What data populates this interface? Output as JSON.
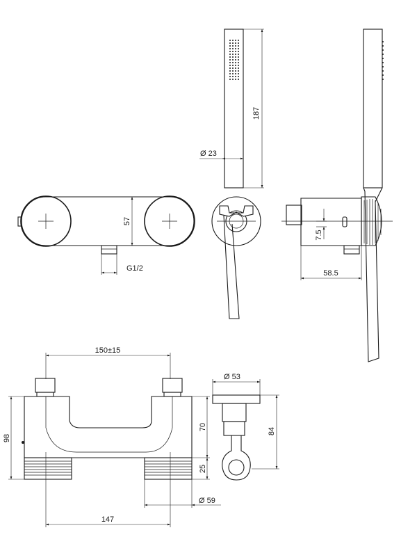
{
  "dimensions": {
    "hand_shower_diameter": "Ø 23",
    "hand_shower_length": "187",
    "mixer_depth_top": "57",
    "inlet_thread": "G1/2",
    "side_offset": "7.5",
    "side_depth": "58.5",
    "inlet_spacing": "150±15",
    "front_height_total": "98",
    "body_height": "70",
    "knob_height": "25",
    "knob_diameter": "Ø 59",
    "front_width": "147",
    "bracket_diameter": "Ø 53",
    "bracket_height": "84"
  }
}
